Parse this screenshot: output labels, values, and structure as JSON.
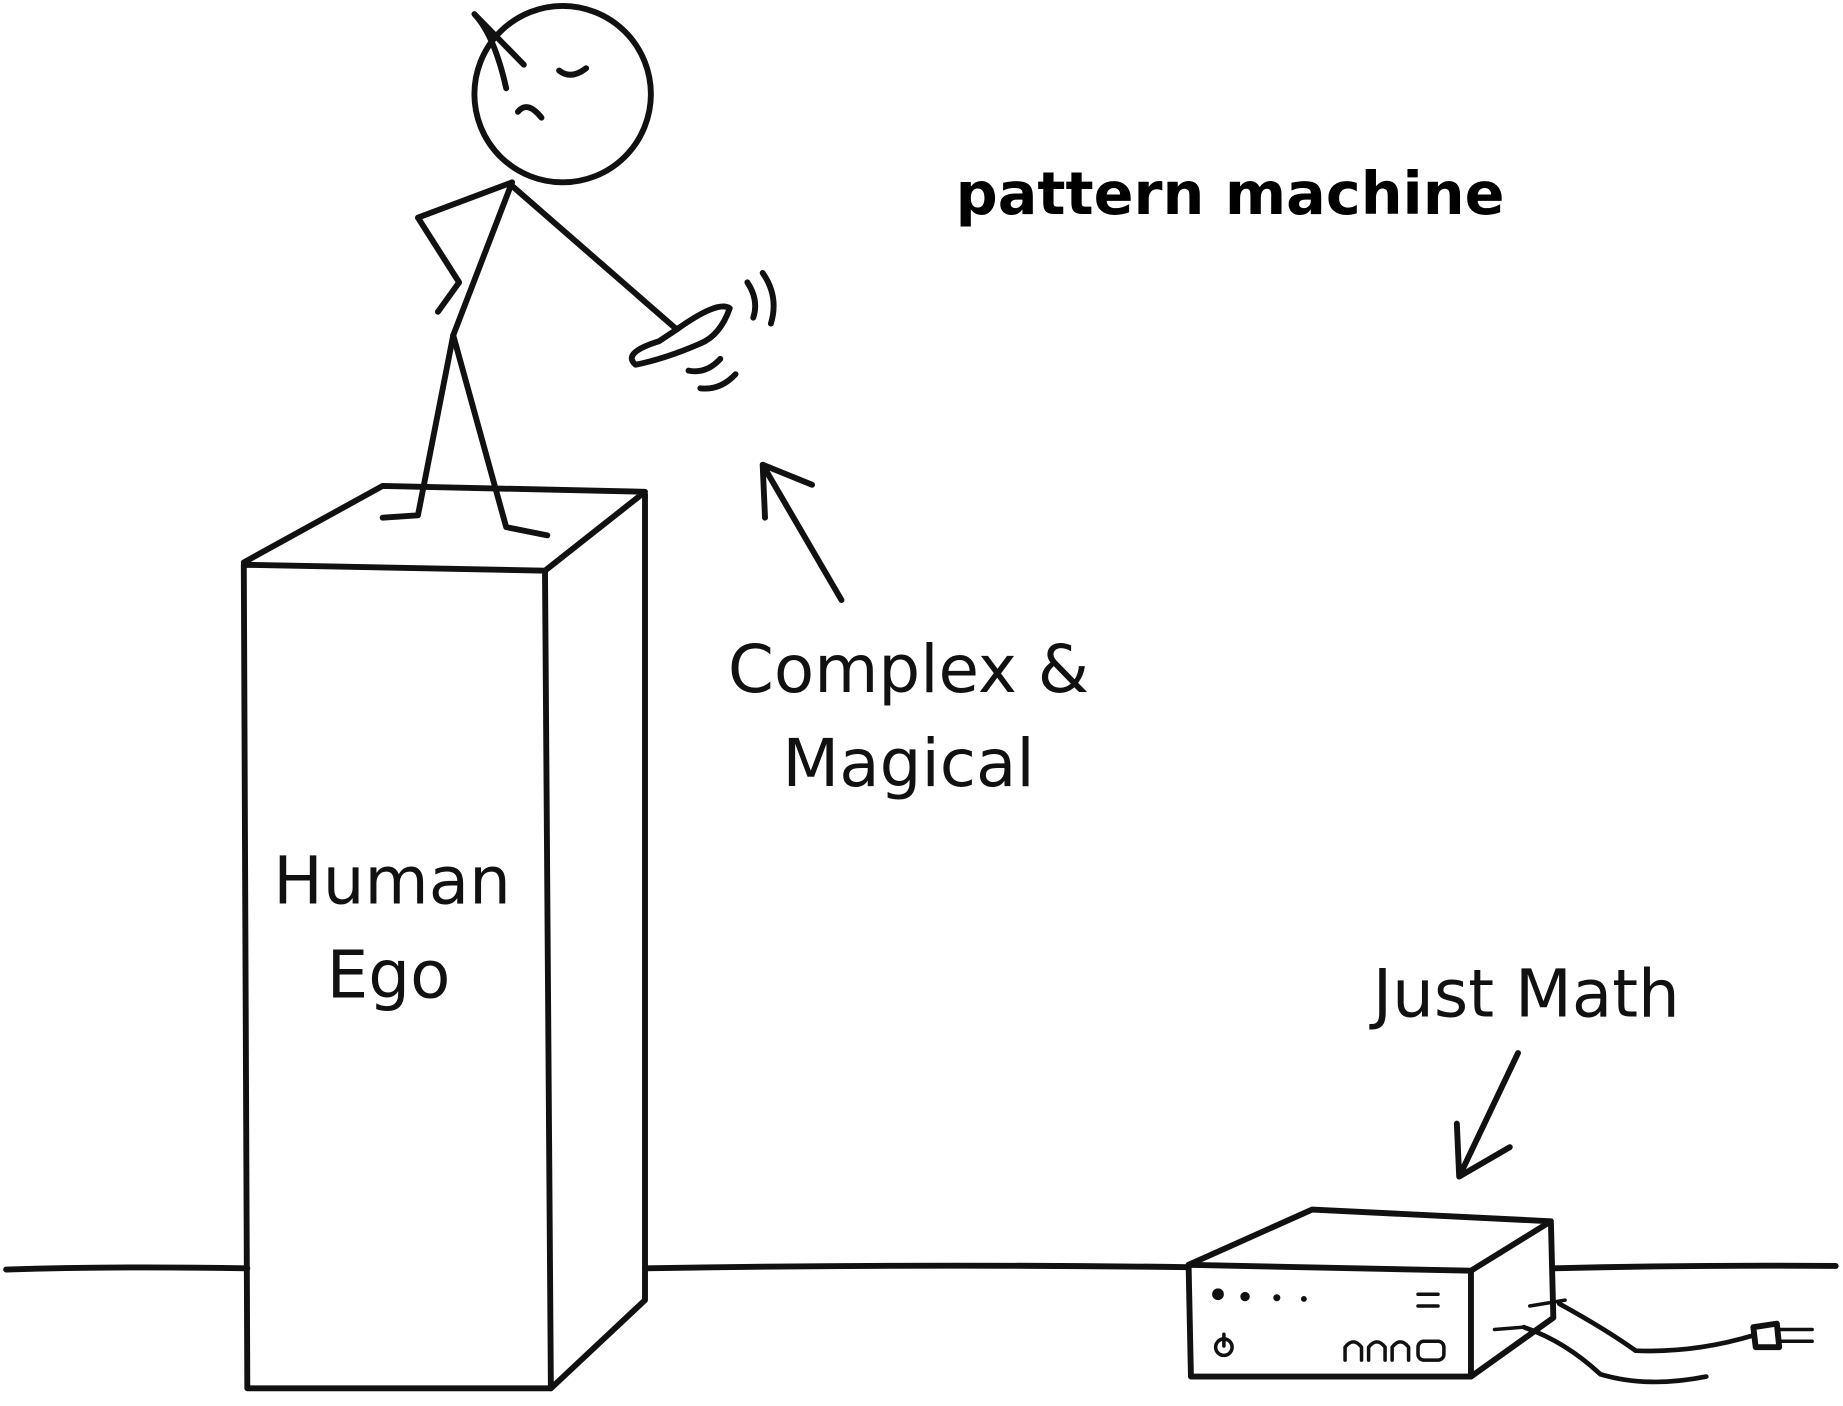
{
  "caption": "pattern machine",
  "pillar": {
    "line1": "Human",
    "line2": "Ego"
  },
  "figure_label": {
    "line1": "Complex &",
    "line2": "Magical"
  },
  "box_label": "Just Math",
  "colors": {
    "ink": "#111111",
    "background": "#ffffff"
  }
}
